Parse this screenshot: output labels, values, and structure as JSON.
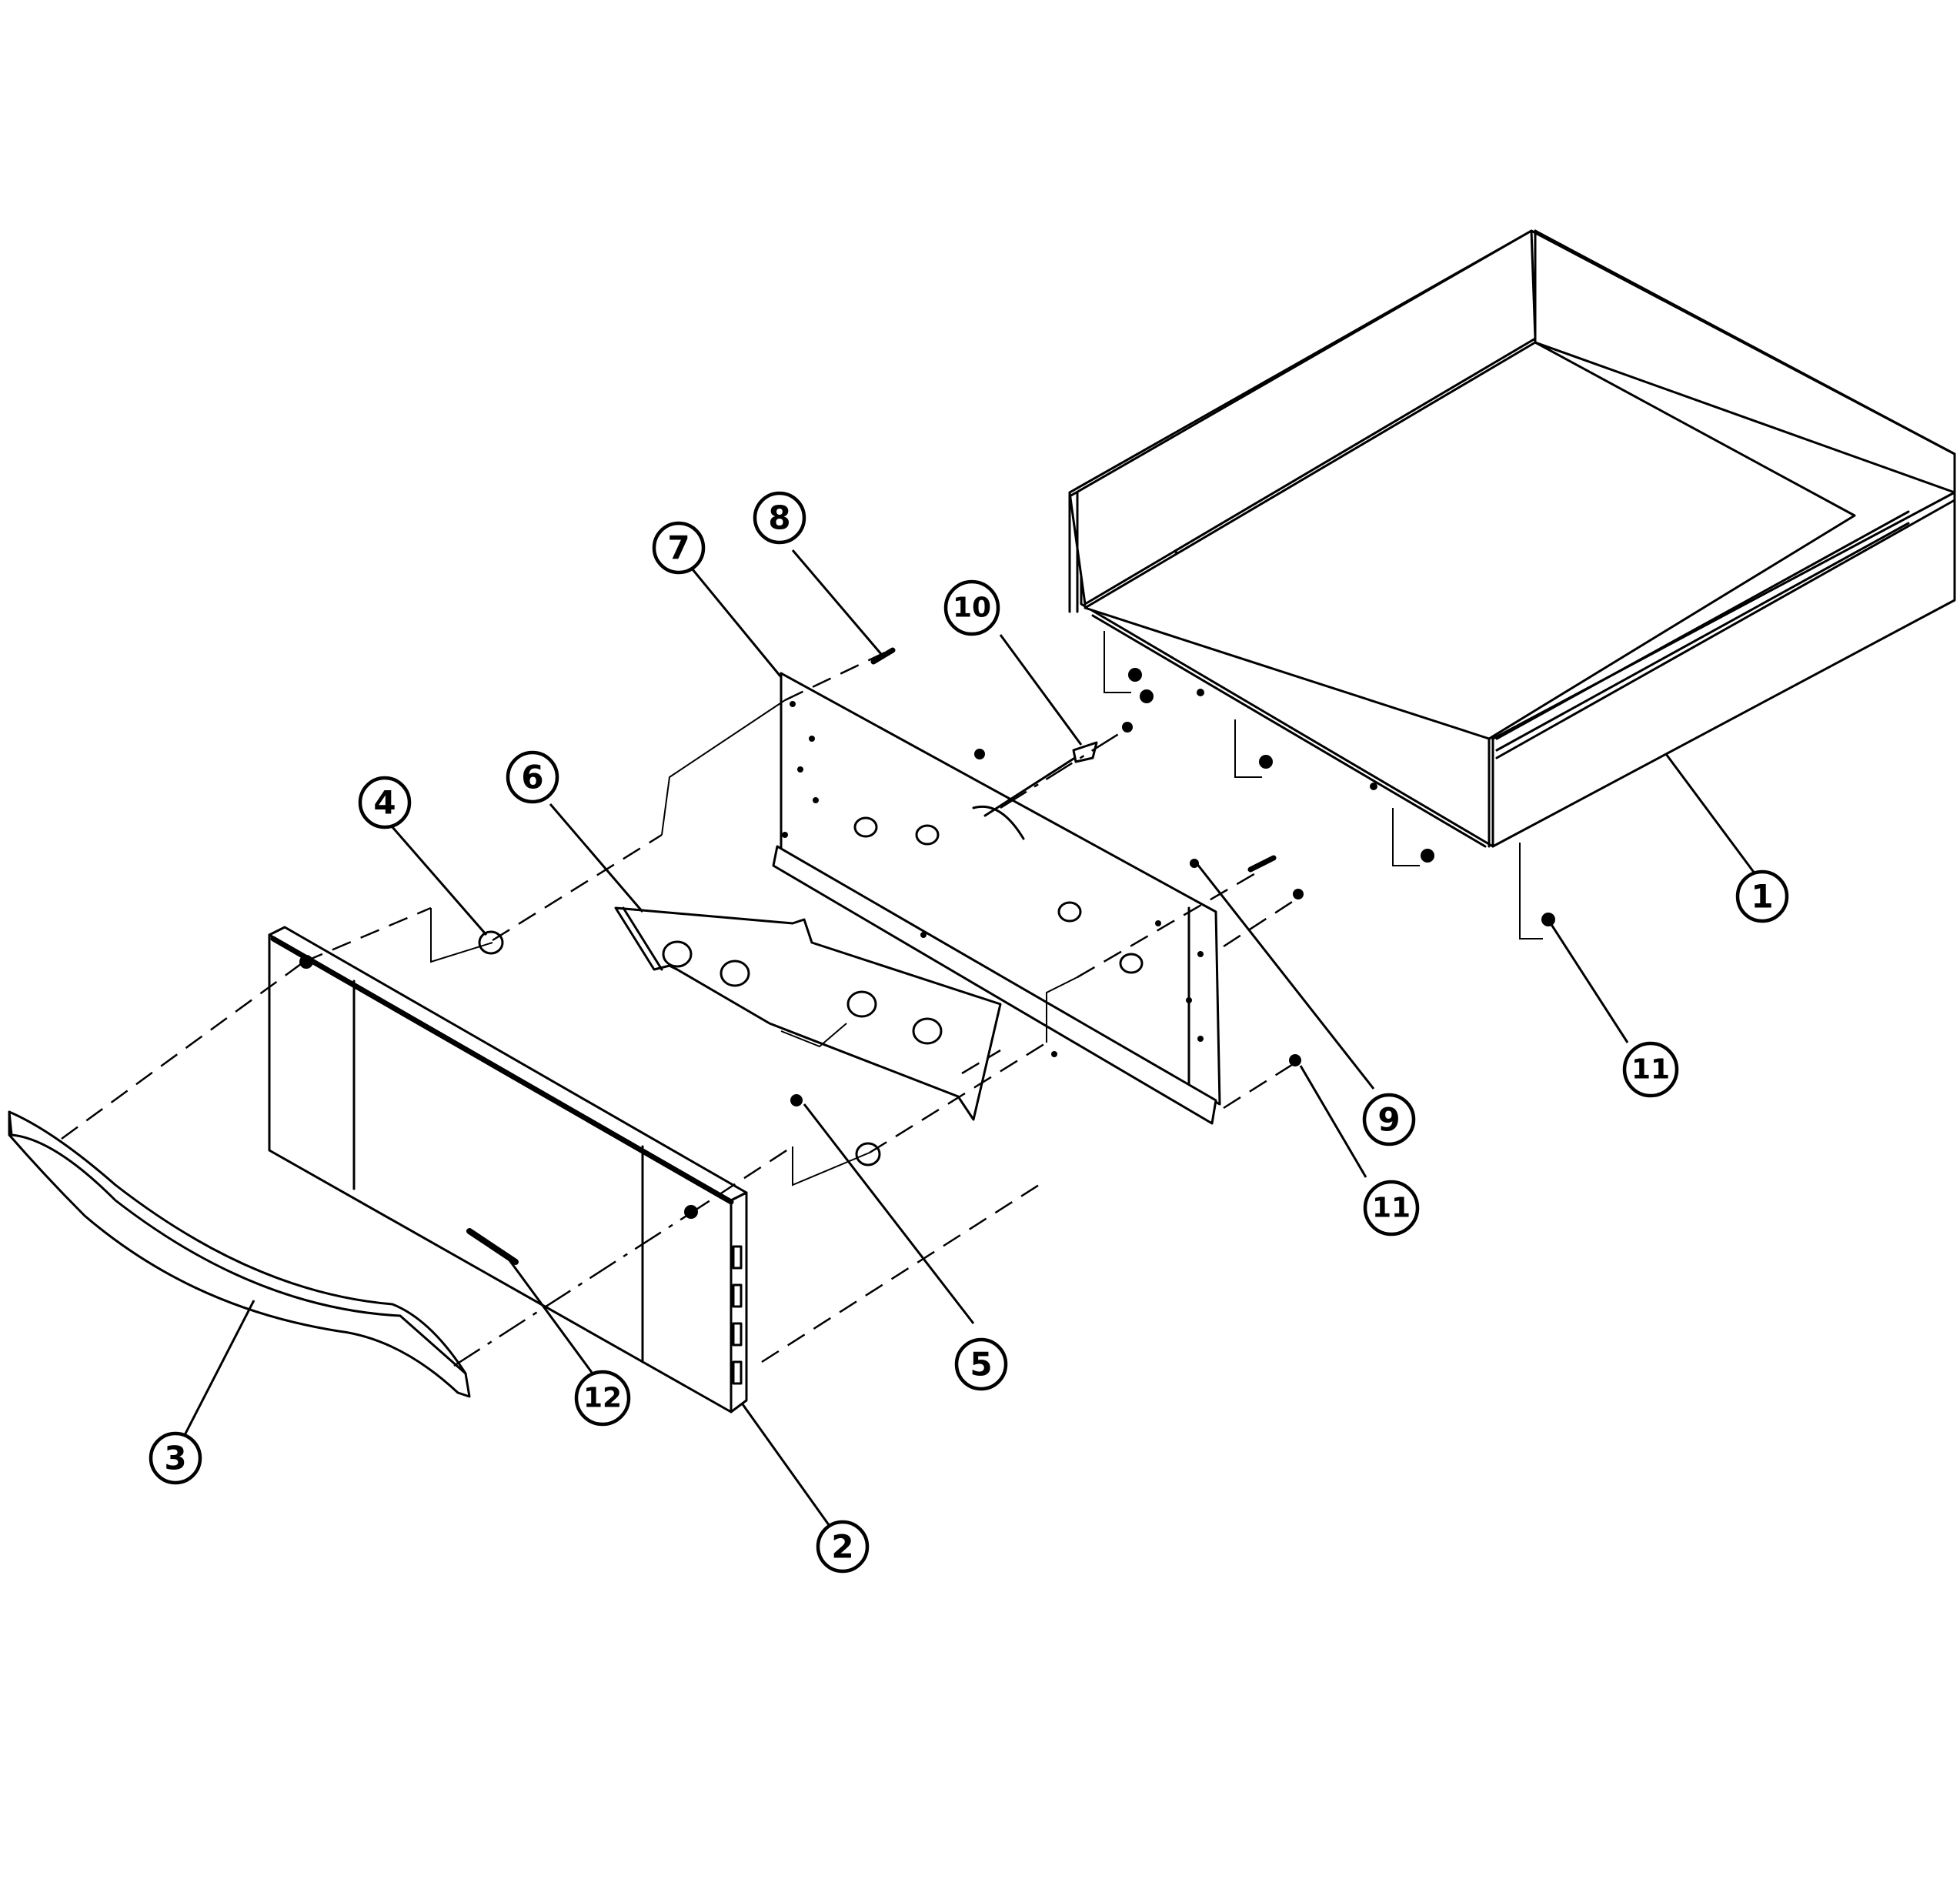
{
  "callouts": [
    {
      "id": "1",
      "label": "1"
    },
    {
      "id": "2",
      "label": "2"
    },
    {
      "id": "3",
      "label": "3"
    },
    {
      "id": "4",
      "label": "4"
    },
    {
      "id": "5",
      "label": "5"
    },
    {
      "id": "6",
      "label": "6"
    },
    {
      "id": "7",
      "label": "7"
    },
    {
      "id": "8",
      "label": "8"
    },
    {
      "id": "9",
      "label": "9"
    },
    {
      "id": "10",
      "label": "10"
    },
    {
      "id": "11a",
      "label": "11"
    },
    {
      "id": "11b",
      "label": "11"
    },
    {
      "id": "12",
      "label": "12"
    }
  ]
}
